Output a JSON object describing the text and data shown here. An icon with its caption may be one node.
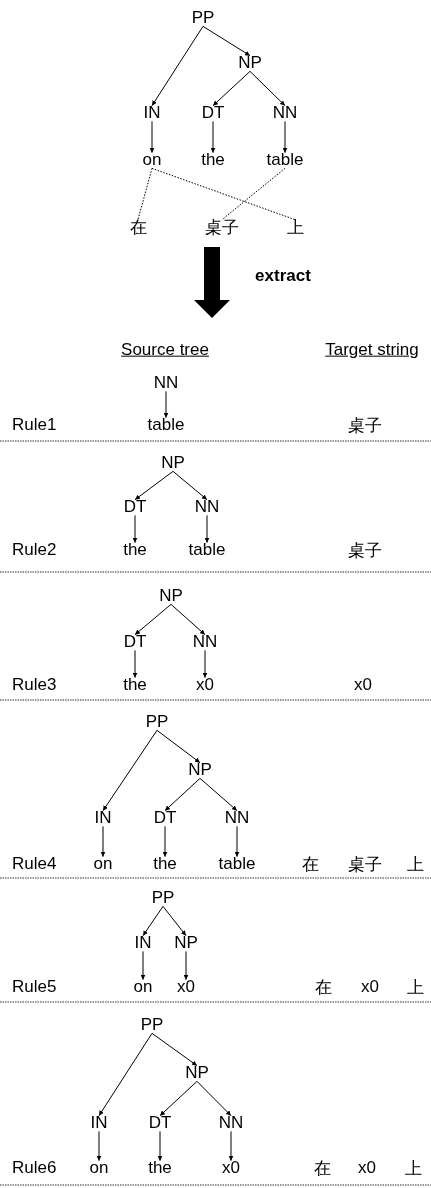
{
  "diagram": {
    "nodes": [
      {
        "text": [
          "PP"
        ]
      },
      {
        "text": [
          "NP"
        ]
      },
      {
        "text": [
          "IN"
        ]
      },
      {
        "text": [
          "DT"
        ]
      },
      {
        "text": [
          "NN"
        ]
      },
      {
        "text": [
          "on"
        ]
      },
      {
        "text": [
          "the"
        ]
      },
      {
        "text": [
          "table"
        ]
      },
      {
        "text": [
          "在"
        ]
      },
      {
        "text": [
          "桌子"
        ]
      },
      {
        "text": [
          "上"
        ]
      },
      {
        "text": [
          "NN"
        ]
      },
      {
        "text": [
          "table"
        ]
      },
      {
        "text": [
          "NP"
        ]
      },
      {
        "text": [
          "DT"
        ]
      },
      {
        "text": [
          "NN"
        ]
      },
      {
        "text": [
          "the"
        ]
      },
      {
        "text": [
          "table"
        ]
      },
      {
        "text": [
          "NP"
        ]
      },
      {
        "text": [
          "DT"
        ]
      },
      {
        "text": [
          "NN"
        ]
      },
      {
        "text": [
          "the"
        ]
      },
      {
        "text": [
          "x0"
        ]
      },
      {
        "text": [
          "PP"
        ]
      },
      {
        "text": [
          "NP"
        ]
      },
      {
        "text": [
          "IN"
        ]
      },
      {
        "text": [
          "DT"
        ]
      },
      {
        "text": [
          "NN"
        ]
      },
      {
        "text": [
          "on"
        ]
      },
      {
        "text": [
          "the"
        ]
      },
      {
        "text": [
          "table"
        ]
      },
      {
        "text": [
          "PP"
        ]
      },
      {
        "text": [
          "IN"
        ]
      },
      {
        "text": [
          "NP"
        ]
      },
      {
        "text": [
          "on"
        ]
      },
      {
        "text": [
          "x0"
        ]
      },
      {
        "text": [
          "PP"
        ]
      },
      {
        "text": [
          "NP"
        ]
      },
      {
        "text": [
          "IN"
        ]
      },
      {
        "text": [
          "DT"
        ]
      },
      {
        "text": [
          "NN"
        ]
      },
      {
        "text": [
          "on"
        ]
      },
      {
        "text": [
          "the"
        ]
      },
      {
        "text": [
          "x0"
        ]
      }
    ],
    "edges": [
      {
        "from": 0,
        "to": 1,
        "arrow": "to"
      },
      {
        "from": 0,
        "to": 2,
        "arrow": "to"
      },
      {
        "from": 1,
        "to": 3,
        "arrow": "to"
      },
      {
        "from": 1,
        "to": 4,
        "arrow": "to"
      },
      {
        "from": 2,
        "to": 5,
        "arrow": "to"
      },
      {
        "from": 3,
        "to": 6,
        "arrow": "to"
      },
      {
        "from": 4,
        "to": 7,
        "arrow": "to"
      },
      {
        "from": 5,
        "to": 8,
        "arrow": "none",
        "style": "dashed"
      },
      {
        "from": 5,
        "to": 10,
        "arrow": "none",
        "style": "dashed"
      },
      {
        "from": 7,
        "to": 9,
        "arrow": "none",
        "style": "dashed"
      },
      {
        "from": 11,
        "to": 12,
        "arrow": "to"
      },
      {
        "from": 13,
        "to": 14,
        "arrow": "to"
      },
      {
        "from": 13,
        "to": 15,
        "arrow": "to"
      },
      {
        "from": 14,
        "to": 16,
        "arrow": "to"
      },
      {
        "from": 15,
        "to": 17,
        "arrow": "to"
      },
      {
        "from": 18,
        "to": 19,
        "arrow": "to"
      },
      {
        "from": 18,
        "to": 20,
        "arrow": "to"
      },
      {
        "from": 19,
        "to": 21,
        "arrow": "to"
      },
      {
        "from": 20,
        "to": 22,
        "arrow": "to"
      },
      {
        "from": 23,
        "to": 24,
        "arrow": "to"
      },
      {
        "from": 23,
        "to": 25,
        "arrow": "to"
      },
      {
        "from": 24,
        "to": 26,
        "arrow": "to"
      },
      {
        "from": 24,
        "to": 27,
        "arrow": "to"
      },
      {
        "from": 25,
        "to": 28,
        "arrow": "to"
      },
      {
        "from": 26,
        "to": 29,
        "arrow": "to"
      },
      {
        "from": 27,
        "to": 30,
        "arrow": "to"
      },
      {
        "from": 31,
        "to": 32,
        "arrow": "to"
      },
      {
        "from": 31,
        "to": 33,
        "arrow": "to"
      },
      {
        "from": 32,
        "to": 34,
        "arrow": "to"
      },
      {
        "from": 33,
        "to": 35,
        "arrow": "to"
      },
      {
        "from": 36,
        "to": 37,
        "arrow": "to"
      },
      {
        "from": 36,
        "to": 38,
        "arrow": "to"
      },
      {
        "from": 37,
        "to": 39,
        "arrow": "to"
      },
      {
        "from": 37,
        "to": 40,
        "arrow": "to"
      },
      {
        "from": 38,
        "to": 41,
        "arrow": "to"
      },
      {
        "from": 39,
        "to": 42,
        "arrow": "to"
      },
      {
        "from": 40,
        "to": 43,
        "arrow": "to"
      }
    ],
    "labels": [
      "extract",
      "Source tree",
      "Target string",
      "Rule1",
      "桌子",
      "Rule2",
      "桌子",
      "Rule3",
      "x0",
      "Rule4",
      "在",
      "桌子",
      "上",
      "Rule5",
      "在",
      "x0",
      "上",
      "Rule6",
      "在",
      "x0",
      "上"
    ]
  }
}
